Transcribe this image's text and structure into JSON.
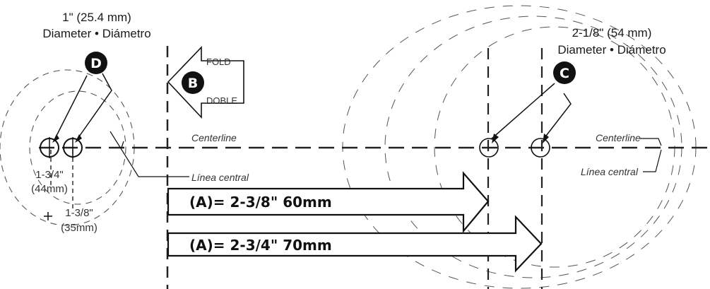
{
  "left_diameter": {
    "size": "1\" (25.4 mm)",
    "label": "Diameter • Diámetro"
  },
  "right_diameter": {
    "size": "2-1/8\" (54 mm)",
    "label": "Diameter • Diámetro"
  },
  "badges": {
    "b": "B",
    "c": "C",
    "d": "D"
  },
  "fold": {
    "en": "FOLD",
    "es": "DOBLE"
  },
  "centerline": {
    "left_en": "Centerline",
    "left_es": "Línea central",
    "right_en": "Centerline",
    "right_es": "Línea central"
  },
  "offsets": {
    "outer_in": "1-3/4\"",
    "outer_mm": "(44mm)",
    "inner_in": "1-3/8\"",
    "inner_mm": "(35mm)"
  },
  "arrows": {
    "a60": "(A)= 2-3/8\" 60mm",
    "a70": "(A)= 2-3/4\" 70mm"
  },
  "colors": {
    "line": "#222222",
    "badge": "#111111"
  }
}
